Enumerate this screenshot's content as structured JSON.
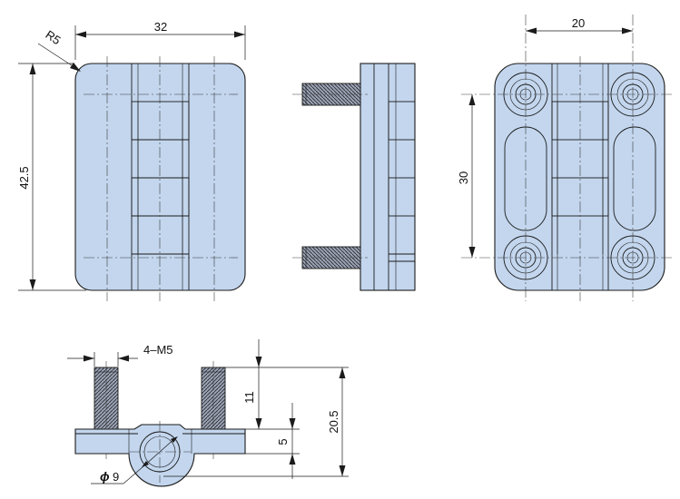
{
  "dimensions": {
    "front_width": "32",
    "front_height": "42.5",
    "corner_radius": "R5",
    "hole_pitch_horizontal": "20",
    "hole_pitch_vertical": "30",
    "thread_spec": "4–M5",
    "thread_length": "11",
    "pin_offset": "5",
    "overall_depth": "20.5",
    "pin_diameter_symbol": "ϕ",
    "pin_diameter": "9"
  },
  "colors": {
    "body_fill": "#c3d6ee",
    "line": "#1b1b1b",
    "thread_fill": "#8a93a6"
  }
}
